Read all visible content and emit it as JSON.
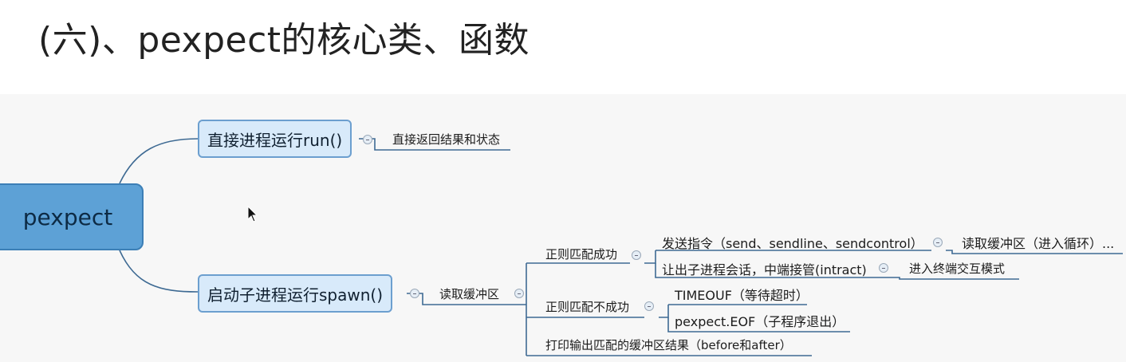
{
  "title": "(六)、pexpect的核心类、函数",
  "diagram": {
    "root": "pexpect",
    "run_node": "直接进程运行run()",
    "run_child": "直接返回结果和状态",
    "spawn_node": "启动子进程运行spawn()",
    "read_buffer": "读取缓冲区",
    "match_success": "正则匹配成功",
    "send_cmd": "发送指令（send、sendline、sendcontrol）",
    "read_loop": "读取缓冲区（进入循环）...",
    "interact": "让出子进程会话，中端接管(intract)",
    "terminal_mode": "进入终端交互模式",
    "match_fail": "正则匹配不成功",
    "timeout": "TIMEOUF（等待超时）",
    "eof": "pexpect.EOF（子程序退出）",
    "print_buffer": "打印输出匹配的缓冲区结果（before和after）"
  },
  "colors": {
    "root_fill": "#5da1d6",
    "node_fill": "#d8eafa",
    "line": "#3e6a93"
  }
}
